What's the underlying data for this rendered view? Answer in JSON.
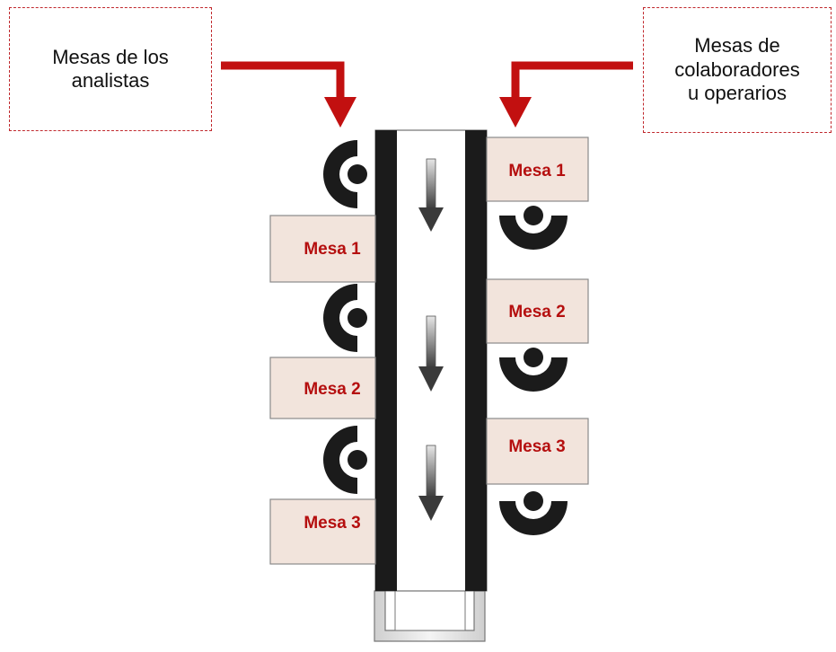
{
  "callouts": {
    "analysts": "Mesas de los\nanalistas",
    "collaborators": "Mesas de\ncolaboradores\nu operarios"
  },
  "left_desks": [
    "Mesa 1",
    "Mesa 2",
    "Mesa 3"
  ],
  "right_desks": [
    "Mesa 1",
    "Mesa 2",
    "Mesa 3"
  ],
  "colors": {
    "accent": "#c21010",
    "label": "#b50f0f",
    "desk_fill": "#f2e4dc",
    "desk_border": "#8a8a8a",
    "belt_rail": "#1b1b1b"
  }
}
